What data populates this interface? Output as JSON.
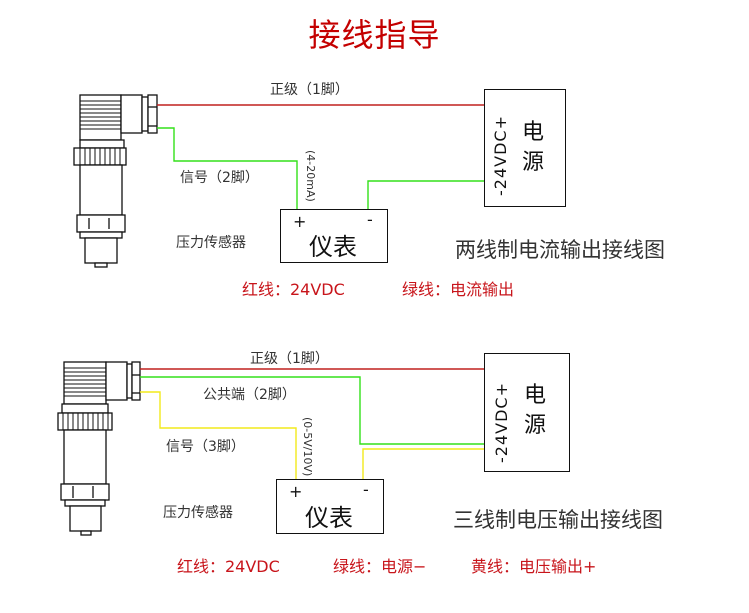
{
  "title": "接线指导",
  "colors": {
    "title": "#c40000",
    "legend_text": "#c8151b",
    "wire_red": "#c0201f",
    "wire_green": "#33e01a",
    "wire_yellow": "#f2ea1c",
    "outline": "#111111"
  },
  "diagram1": {
    "wire1_label": "正级（1脚）",
    "wire2_label": "信号（2脚）",
    "signal_range": "(4-20mA)",
    "sensor_label": "压力传感器",
    "meter": {
      "plus": "+",
      "minus": "-",
      "name": "仪表"
    },
    "psu": {
      "voltage": "-24VDC+",
      "name_line1": "电",
      "name_line2": "源"
    },
    "caption": "两线制电流输出接线图",
    "legend": [
      {
        "text": "红线：24VDC"
      },
      {
        "text": "绿线：电流输出"
      }
    ]
  },
  "diagram2": {
    "wire1_label": "正级（1脚）",
    "wire2_label": "公共端（2脚）",
    "wire3_label": "信号（3脚）",
    "signal_range": "(0-5V/10V)",
    "sensor_label": "压力传感器",
    "meter": {
      "plus": "+",
      "minus": "-",
      "name": "仪表"
    },
    "psu": {
      "voltage": "-24VDC+",
      "name_line1": "电",
      "name_line2": "源"
    },
    "caption": "三线制电压输出接线图",
    "legend": [
      {
        "text": "红线：24VDC"
      },
      {
        "text": "绿线：电源−"
      },
      {
        "text": "黄线：电压输出+"
      }
    ]
  }
}
